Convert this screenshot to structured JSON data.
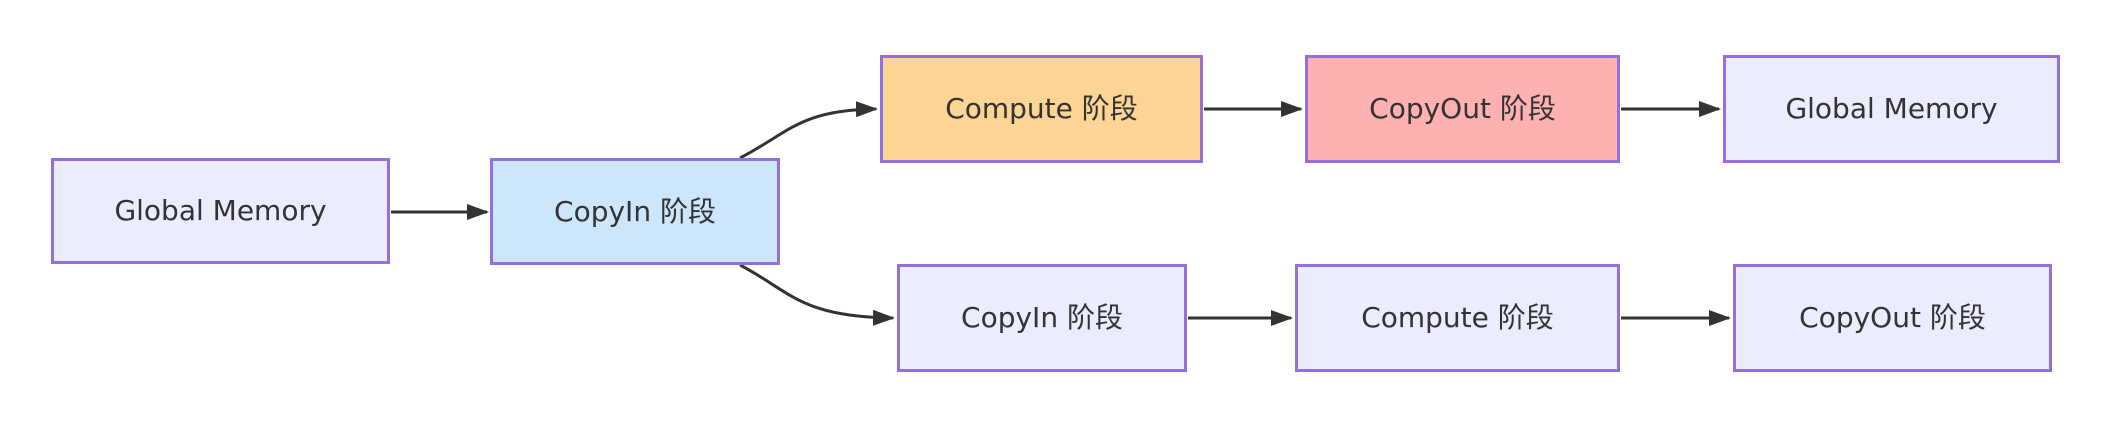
{
  "diagram": {
    "kind": "flowchart-left-to-right",
    "colors": {
      "background": "#ffffff",
      "node_border": "#9370db",
      "node_default_fill": "#ececff",
      "copyin_highlight_fill": "#cce6fb",
      "compute_highlight_fill": "#fcd595",
      "copyout_highlight_fill": "#ffb1b1",
      "edge_color": "#333333",
      "text_color": "#333333"
    },
    "nodes": [
      {
        "id": "gm-left",
        "label": "Global Memory",
        "fill": "#ececff"
      },
      {
        "id": "copyin-main",
        "label": "CopyIn 阶段",
        "fill": "#cce6fb"
      },
      {
        "id": "compute-top",
        "label": "Compute 阶段",
        "fill": "#fcd595"
      },
      {
        "id": "copyout-top",
        "label": "CopyOut 阶段",
        "fill": "#ffb1b1"
      },
      {
        "id": "gm-right",
        "label": "Global Memory",
        "fill": "#ececff"
      },
      {
        "id": "copyin-bottom",
        "label": "CopyIn 阶段",
        "fill": "#ececff"
      },
      {
        "id": "compute-bottom",
        "label": "Compute 阶段",
        "fill": "#ececff"
      },
      {
        "id": "copyout-bottom",
        "label": "CopyOut 阶段",
        "fill": "#ececff"
      }
    ],
    "edges": [
      {
        "from": "gm-left",
        "to": "copyin-main"
      },
      {
        "from": "copyin-main",
        "to": "compute-top"
      },
      {
        "from": "copyin-main",
        "to": "copyin-bottom"
      },
      {
        "from": "compute-top",
        "to": "copyout-top"
      },
      {
        "from": "copyout-top",
        "to": "gm-right"
      },
      {
        "from": "copyin-bottom",
        "to": "compute-bottom"
      },
      {
        "from": "compute-bottom",
        "to": "copyout-bottom"
      }
    ]
  }
}
